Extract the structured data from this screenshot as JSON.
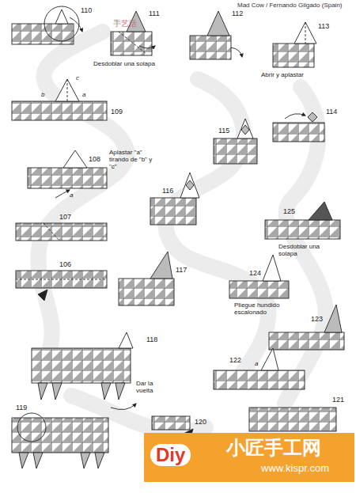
{
  "diagram": {
    "title": "Mad Cow / Fernando Gilgado (Spain)",
    "nodes": [
      {
        "text": [
          "Diy",
          "小匠手工网",
          "www.kispr.com"
        ]
      }
    ],
    "labels": [
      "110",
      "手艺活",
      "111",
      "112",
      "113",
      "Desdoblar una solapa",
      "Abrir y aplastar",
      "c",
      "b",
      "a",
      "109",
      "114",
      "115",
      "108",
      "Aplastar \"a\" tirando de \"b\" y \"c\"",
      "a",
      "116",
      "107",
      "125",
      "Desdoblar una solapa",
      "106",
      "117",
      "124",
      "Pliegue hundido escalonado",
      "123",
      "118",
      "122",
      "a",
      "Dar la vuelta",
      "119",
      "121",
      "120"
    ]
  }
}
